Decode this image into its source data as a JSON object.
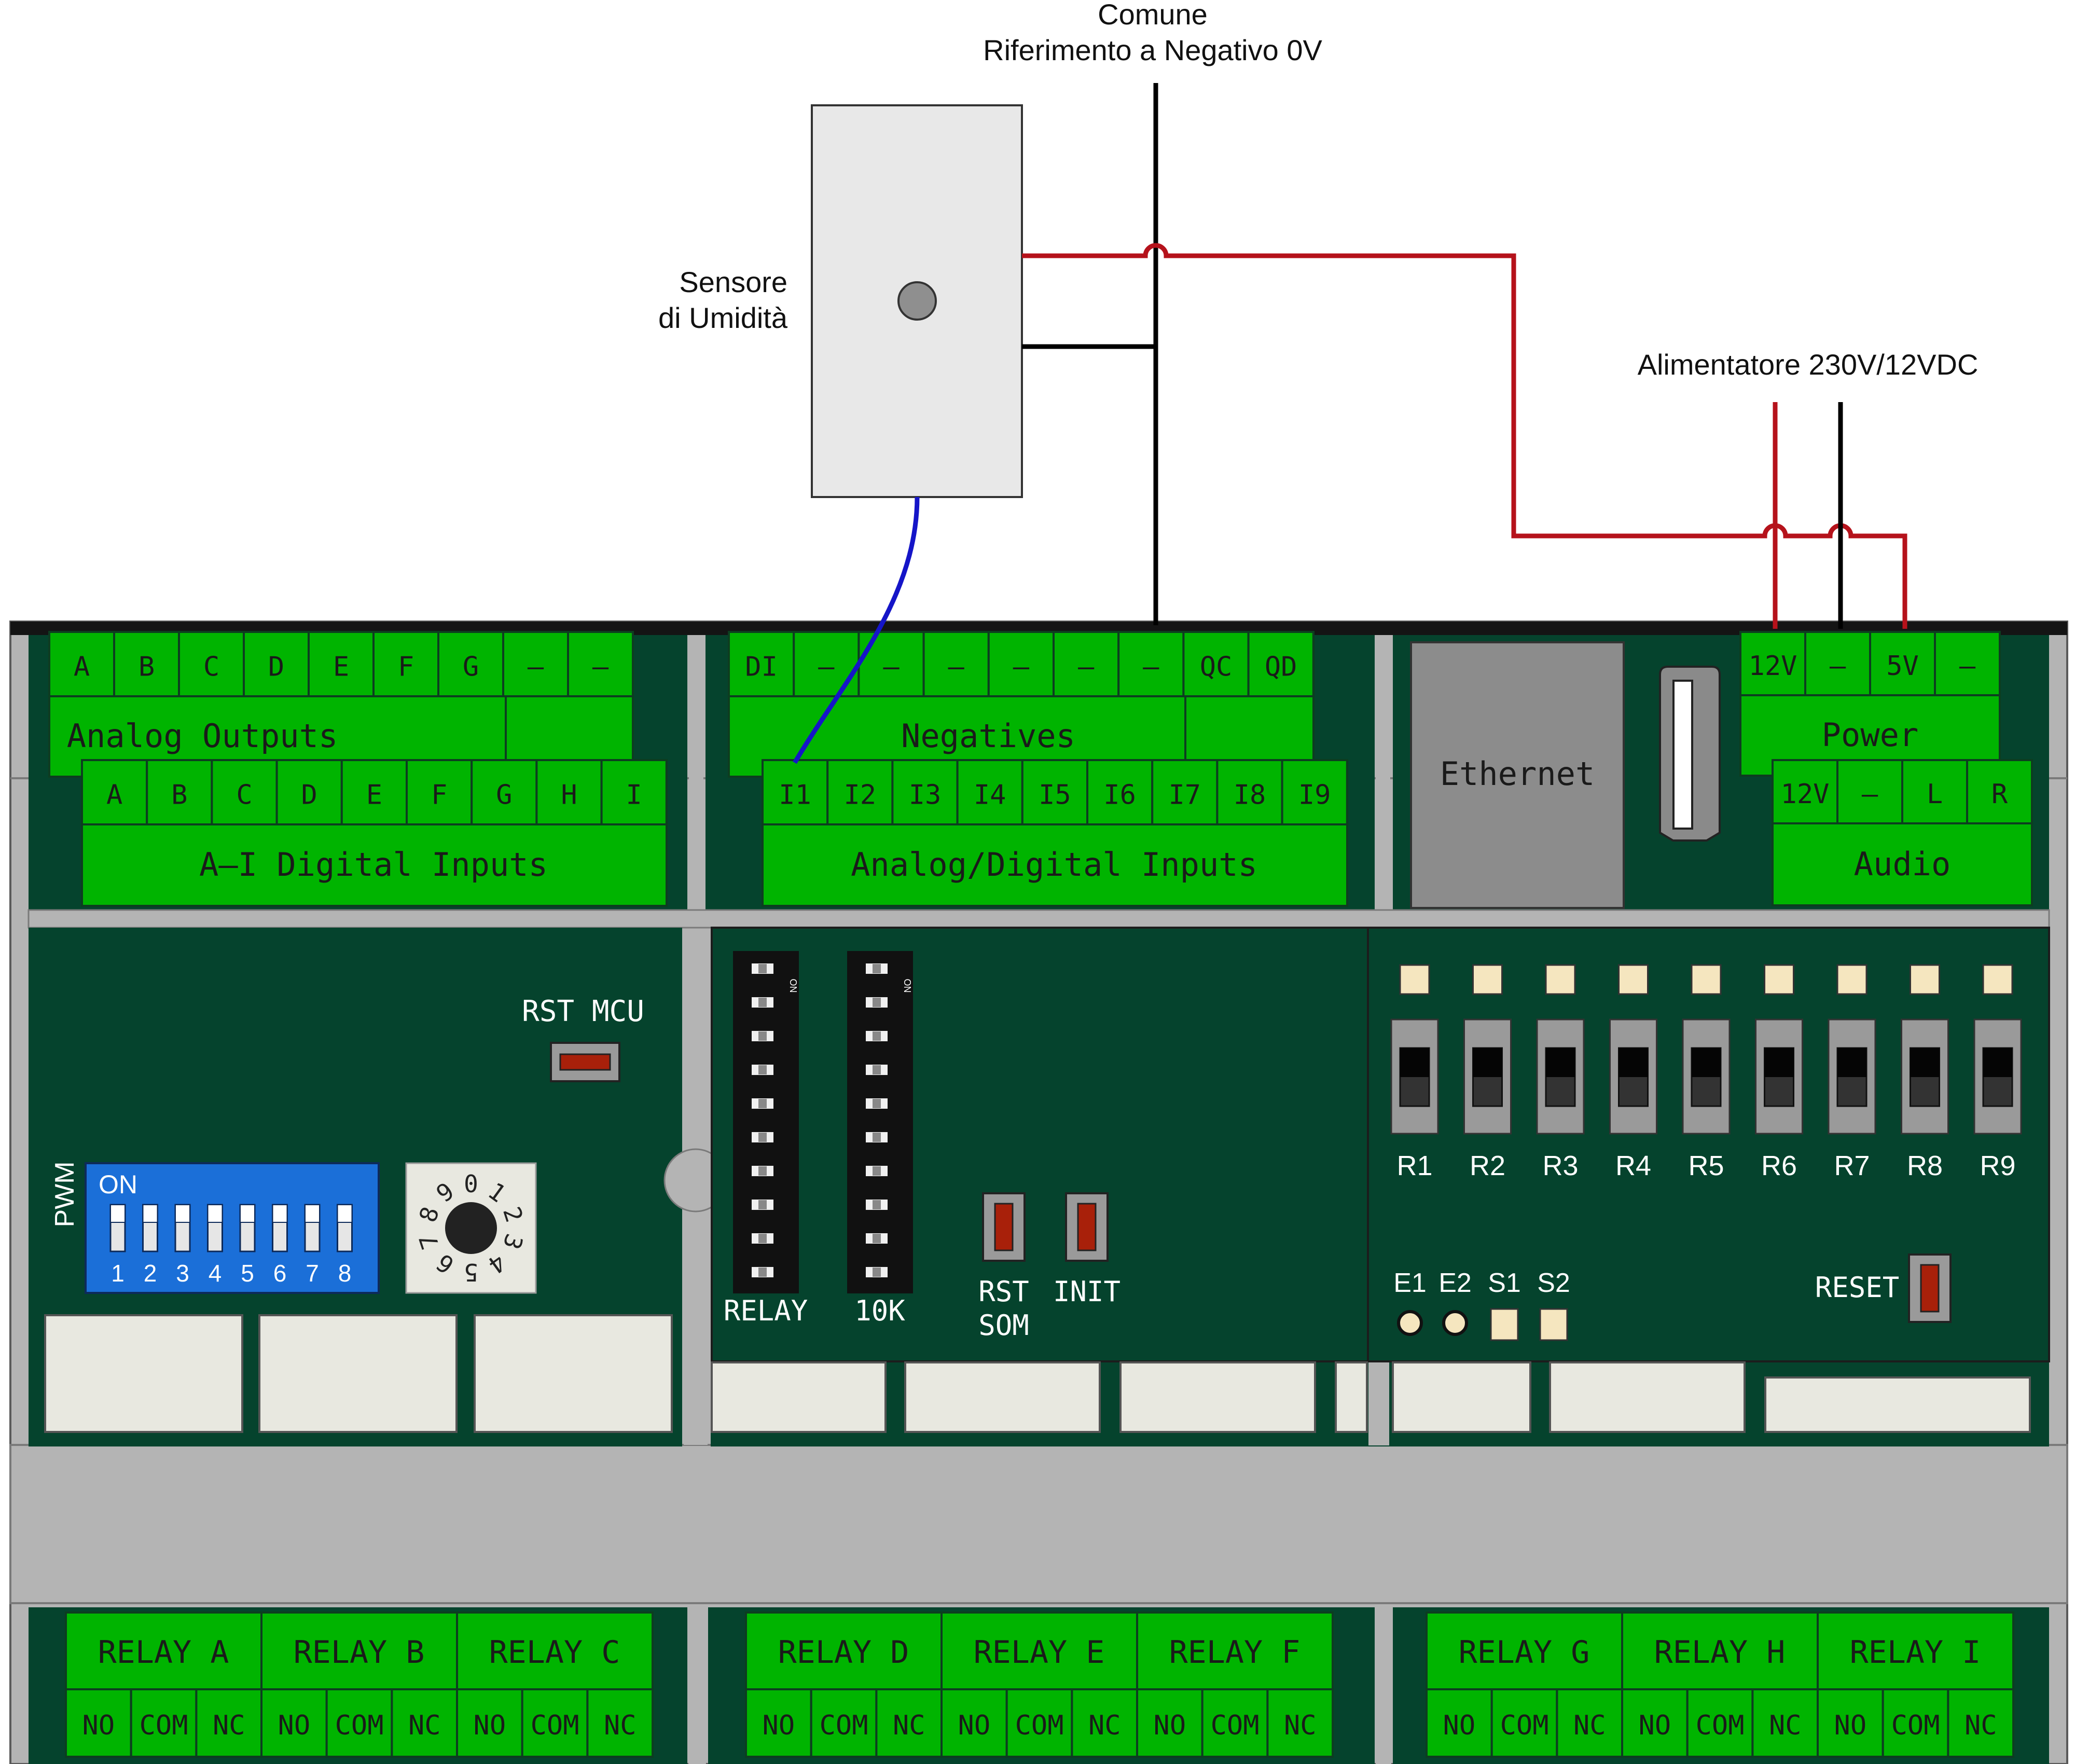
{
  "labels": {
    "common": "Comune",
    "common_ref": "Riferimento a Negativo 0V",
    "sensor_line1": "Sensore",
    "sensor_line2": "di Umidità",
    "psu": "Alimentatore 230V/12VDC",
    "ethernet": "Ethernet",
    "rst_mcu": "RST MCU",
    "pwm": "PWM",
    "dip_on": "ON",
    "dip_small_on": "ON",
    "relay_dip": "RELAY",
    "tenk_dip": "10K",
    "rst_som_1": "RST",
    "rst_som_2": "SOM",
    "init": "INIT",
    "reset": "RESET"
  },
  "analog_outputs": {
    "title": "Analog Outputs",
    "terminals": [
      "A",
      "B",
      "C",
      "D",
      "E",
      "F",
      "G",
      "–",
      "–"
    ]
  },
  "digital_inputs": {
    "title": "A–I Digital Inputs",
    "terminals": [
      "A",
      "B",
      "C",
      "D",
      "E",
      "F",
      "G",
      "H",
      "I"
    ]
  },
  "negatives": {
    "title": "Negatives",
    "terminals": [
      "DI",
      "–",
      "–",
      "–",
      "–",
      "–",
      "–",
      "QC",
      "QD"
    ]
  },
  "ad_inputs": {
    "title": "Analog/Digital Inputs",
    "terminals": [
      "I1",
      "I2",
      "I3",
      "I4",
      "I5",
      "I6",
      "I7",
      "I8",
      "I9"
    ]
  },
  "power": {
    "title": "Power",
    "terminals": [
      "12V",
      "–",
      "5V",
      "–"
    ]
  },
  "audio": {
    "title": "Audio",
    "terminals": [
      "12V",
      "–",
      "L",
      "R"
    ]
  },
  "pwm_dip_numbers": [
    "1",
    "2",
    "3",
    "4",
    "5",
    "6",
    "7",
    "8"
  ],
  "rotary_digits": [
    "0",
    "1",
    "2",
    "3",
    "4",
    "5",
    "6",
    "7",
    "8",
    "9"
  ],
  "relay_switch_labels": [
    "R1",
    "R2",
    "R3",
    "R4",
    "R5",
    "R6",
    "R7",
    "R8",
    "R9"
  ],
  "status_labels": [
    "E1",
    "E2",
    "S1",
    "S2"
  ],
  "relays": [
    {
      "title": "RELAY A",
      "contacts": [
        "NO",
        "COM",
        "NC"
      ]
    },
    {
      "title": "RELAY B",
      "contacts": [
        "NO",
        "COM",
        "NC"
      ]
    },
    {
      "title": "RELAY C",
      "contacts": [
        "NO",
        "COM",
        "NC"
      ]
    },
    {
      "title": "RELAY D",
      "contacts": [
        "NO",
        "COM",
        "NC"
      ]
    },
    {
      "title": "RELAY E",
      "contacts": [
        "NO",
        "COM",
        "NC"
      ]
    },
    {
      "title": "RELAY F",
      "contacts": [
        "NO",
        "COM",
        "NC"
      ]
    },
    {
      "title": "RELAY G",
      "contacts": [
        "NO",
        "COM",
        "NC"
      ]
    },
    {
      "title": "RELAY H",
      "contacts": [
        "NO",
        "COM",
        "NC"
      ]
    },
    {
      "title": "RELAY I",
      "contacts": [
        "NO",
        "COM",
        "NC"
      ]
    }
  ],
  "colors": {
    "board": "#05432d",
    "terminal": "#00b400",
    "case": "#b4b4b4",
    "wire_positive": "#b5121b",
    "wire_negative": "#000000",
    "wire_signal": "#1515c8",
    "dip_blue": "#1b6fd8",
    "led": "#f5e6bf"
  }
}
